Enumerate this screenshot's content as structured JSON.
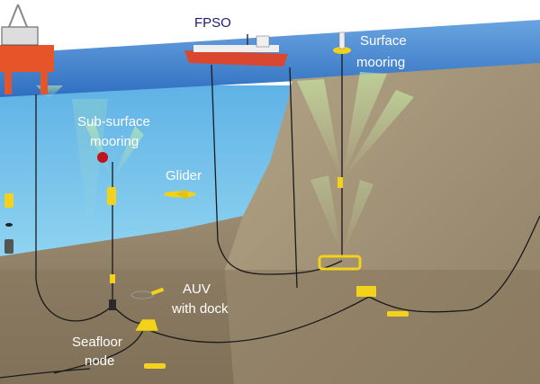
{
  "labels": {
    "fpso": "FPSO",
    "surface_mooring_line1": "Surface",
    "surface_mooring_line2": "mooring",
    "subsurface_mooring_line1": "Sub-surface",
    "subsurface_mooring_line2": "mooring",
    "glider": "Glider",
    "auv_line1": "AUV",
    "auv_line2": "with dock",
    "seafloor_node_line1": "Seafloor",
    "seafloor_node_line2": "node"
  },
  "colors": {
    "sky": "#ffffff",
    "sea_surface": "#4d8fd6",
    "water": "#6fbde8",
    "seafloor": "#8a7a62",
    "slope": "#a49478",
    "equipment": "#f2d21b",
    "cable": "#1a1a1a",
    "ship_hull": "#d9482e",
    "label_dark": "#1b1e6e",
    "label_light": "#ffffff"
  }
}
